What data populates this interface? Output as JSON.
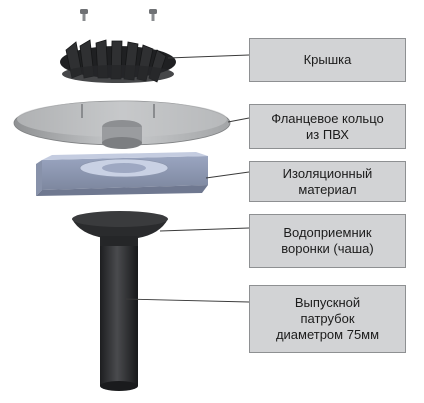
{
  "labels": {
    "lid": "Крышка",
    "flange": "Фланцевое кольцо\nиз ПВХ",
    "insulation": "Изоляционный\nматериал",
    "funnel": "Водоприемник\nворонки (чаша)",
    "outlet": "Выпускной\nпатрубок\nдиаметром 75мм"
  },
  "colors": {
    "box_fill": "#d2d3d5",
    "box_border": "#8e9092",
    "part_dark": "#2b2c2e",
    "insulation": "#aeb9d2",
    "flange": "#b7b9bb"
  }
}
